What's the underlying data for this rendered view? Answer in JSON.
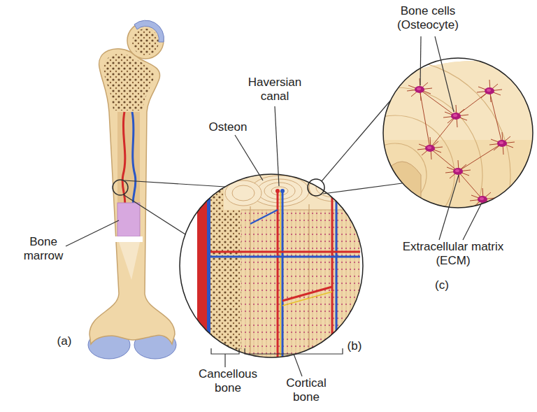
{
  "diagram": {
    "labels": [
      "Bone cells (Osteocyte)",
      "Haversian canal",
      "Osteon",
      "Bone marrow",
      "Extracellular matrix (ECM)",
      "(c)",
      "(b)",
      "(a)",
      "Cancellous bone",
      "Cortical bone"
    ]
  }
}
